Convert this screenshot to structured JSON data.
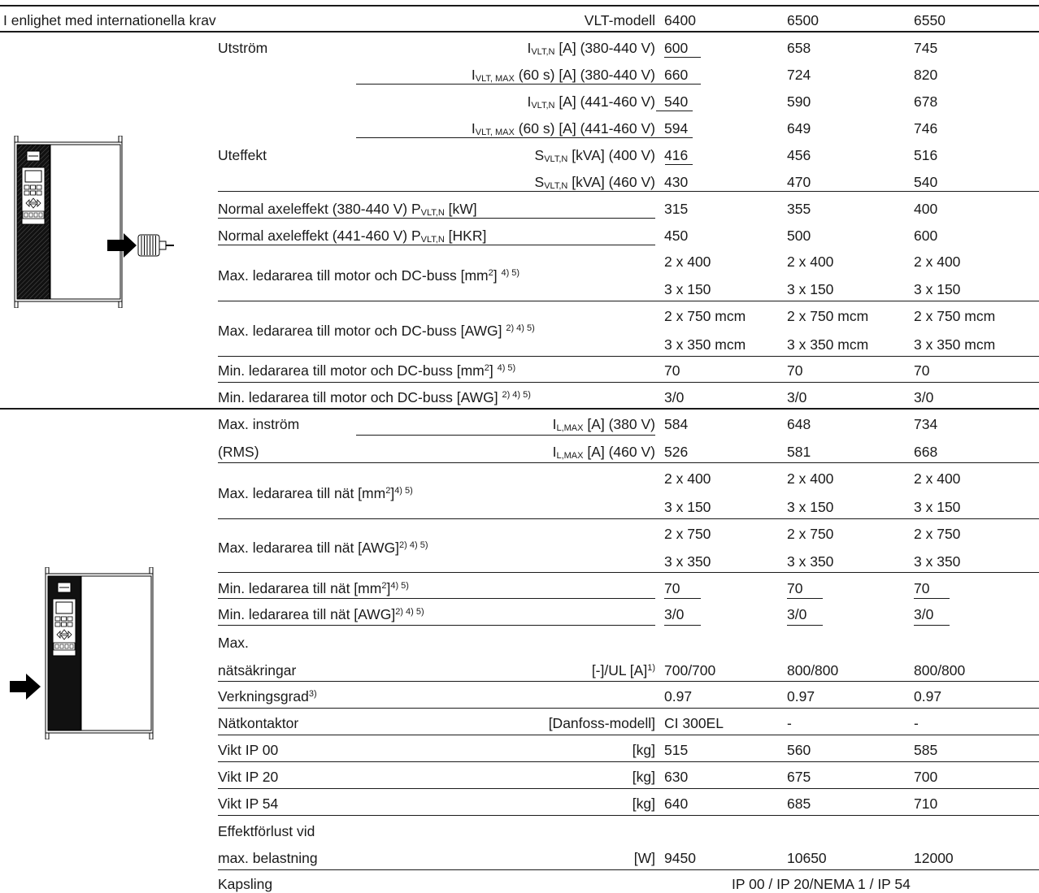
{
  "header": {
    "left": "I enlighet med internationella krav",
    "model_label": "VLT-modell",
    "models": [
      "6400",
      "6500",
      "6550"
    ]
  },
  "output": {
    "utstrom": "Utström",
    "uteffekt": "Uteffekt",
    "rows": [
      {
        "sym": "I",
        "sub": "VLT,N",
        "rest": " [A] (380-440 V)",
        "v": [
          "600",
          "658",
          "745"
        ]
      },
      {
        "sym": "I",
        "sub": "VLT, MAX",
        "rest": " (60 s) [A] (380-440 V)",
        "v": [
          "660",
          "724",
          "820"
        ]
      },
      {
        "sym": "I",
        "sub": "VLT,N",
        "rest": " [A] (441-460 V)",
        "v": [
          "540",
          "590",
          "678"
        ]
      },
      {
        "sym": "I",
        "sub": "VLT, MAX",
        "rest": " (60 s) [A] (441-460 V)",
        "v": [
          "594",
          "649",
          "746"
        ]
      },
      {
        "sym": "S",
        "sub": "VLT,N",
        "rest": " [kVA] (400 V)",
        "v": [
          "416",
          "456",
          "516"
        ]
      },
      {
        "sym": "S",
        "sub": "VLT,N",
        "rest": " [kVA] (460 V)",
        "v": [
          "430",
          "470",
          "540"
        ]
      }
    ],
    "shaft": [
      {
        "pre": "Normal axeleffekt (380-440 V) P",
        "sub": "VLT,N",
        "post": " [kW]",
        "v": [
          "315",
          "355",
          "400"
        ]
      },
      {
        "pre": "Normal axeleffekt (441-460 V) P",
        "sub": "VLT,N",
        "post": " [HKR]",
        "v": [
          "450",
          "500",
          "600"
        ]
      }
    ],
    "cable_max_mm2": {
      "pre": "Max. ledararea till motor och DC-buss [mm",
      "sup": "2",
      "post": "] ",
      "notes": "4) 5)",
      "v1": [
        "2 x 400",
        "2 x 400",
        "2 x 400"
      ],
      "v2": [
        "3 x 150",
        "3 x 150",
        "3 x 150"
      ]
    },
    "cable_max_awg": {
      "pre": "Max. ledararea till motor och DC-buss [AWG] ",
      "notes": "2) 4) 5)",
      "v1": [
        "2 x 750 mcm",
        "2 x 750 mcm",
        "2 x 750 mcm"
      ],
      "v2": [
        "3 x 350 mcm",
        "3 x 350 mcm",
        "3 x 350 mcm"
      ]
    },
    "cable_min_mm2": {
      "pre": "Min. ledararea till motor och DC-buss [mm",
      "sup": "2",
      "post": "] ",
      "notes": "4) 5)",
      "v": [
        "70",
        "70",
        "70"
      ]
    },
    "cable_min_awg": {
      "pre": "Min. ledararea till motor och DC-buss [AWG] ",
      "notes": "2) 4) 5)",
      "v": [
        "3/0",
        "3/0",
        "3/0"
      ]
    }
  },
  "input": {
    "instrom1": "Max.  inström",
    "instrom2": "(RMS)",
    "rows": [
      {
        "sym": "I",
        "sub": "L,MAX",
        "rest": " [A] (380 V)",
        "v": [
          "584",
          "648",
          "734"
        ]
      },
      {
        "sym": "I",
        "sub": "L,MAX",
        "rest": " [A] (460 V)",
        "v": [
          "526",
          "581",
          "668"
        ]
      }
    ],
    "net_max_mm2": {
      "pre": "Max.  ledararea till nät [mm",
      "sup": "2",
      "post": "]",
      "notes": "4) 5)",
      "v1": [
        "2 x 400",
        "2 x 400",
        "2 x 400"
      ],
      "v2": [
        "3 x 150",
        "3 x 150",
        "3 x 150"
      ]
    },
    "net_max_awg": {
      "pre": "Max.  ledararea till nät [AWG]",
      "notes": "2) 4) 5)",
      "v1": [
        "2 x 750",
        "2 x 750",
        "2 x 750"
      ],
      "v2": [
        "3 x 350",
        "3 x 350",
        "3 x 350"
      ]
    },
    "net_min_mm2": {
      "pre": "Min.  ledararea till nät [mm",
      "sup": "2",
      "post": "]",
      "notes": "4) 5)",
      "v": [
        "70",
        "70",
        "70"
      ]
    },
    "net_min_awg": {
      "pre": "Min.  ledararea till nät [AWG]",
      "notes": "2) 4) 5)",
      "v": [
        "3/0",
        "3/0",
        "3/0"
      ]
    },
    "fuses_l1": "Max.",
    "fuses_l2": "nätsäkringar",
    "fuses_unit": "[-]/UL  [A]",
    "fuses_note": "1)",
    "fuses_v": [
      "700/700",
      "800/800",
      "800/800"
    ],
    "eff_label": "Verkningsgrad",
    "eff_note": "3)",
    "eff_v": [
      "0.97",
      "0.97",
      "0.97"
    ],
    "contactor_label": "Nätkontaktor",
    "contactor_unit": "[Danfoss-modell]",
    "contactor_v": [
      "CI 300EL",
      "-",
      "-"
    ],
    "weights": [
      {
        "label": "Vikt IP 00",
        "unit": "[kg]",
        "v": [
          "515",
          "560",
          "585"
        ]
      },
      {
        "label": "Vikt IP 20",
        "unit": "[kg]",
        "v": [
          "630",
          "675",
          "700"
        ]
      },
      {
        "label": "Vikt IP 54",
        "unit": "[kg]",
        "v": [
          "640",
          "685",
          "710"
        ]
      }
    ],
    "loss_l1": "Effektförlust vid",
    "loss_l2": "max. belastning",
    "loss_unit": "[W]",
    "loss_v": [
      "9450",
      "10650",
      "12000"
    ],
    "enclosure_label": "Kapsling",
    "enclosure_value": "IP 00 / IP 20/NEMA 1 / IP 54"
  }
}
